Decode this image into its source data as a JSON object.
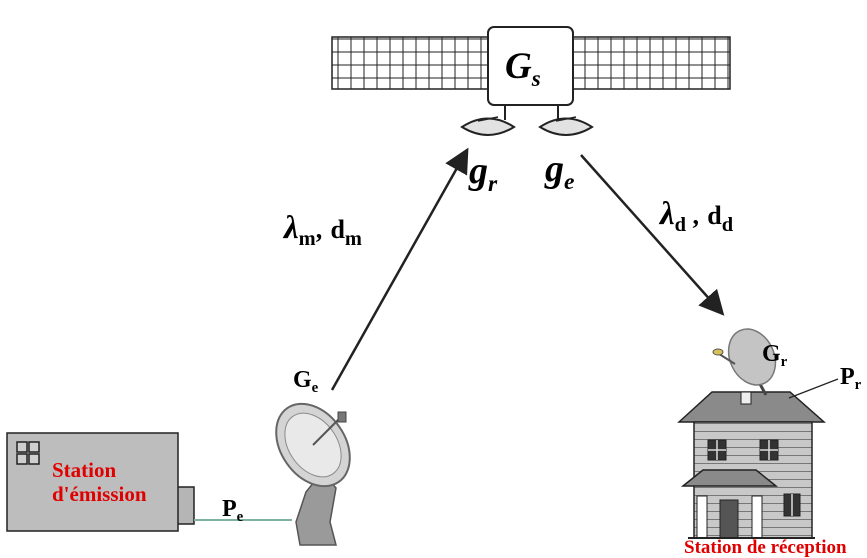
{
  "satellite": {
    "gain_label": "G",
    "gain_sub": "s",
    "rx_antenna_label": "g",
    "rx_antenna_sub": "r",
    "tx_antenna_label": "g",
    "tx_antenna_sub": "e"
  },
  "uplink": {
    "wavelength": "λ",
    "wavelength_sub": "m",
    "distance": "d",
    "distance_sub": "m",
    "separator": ","
  },
  "downlink": {
    "wavelength": "λ",
    "wavelength_sub": "d",
    "distance": "d",
    "distance_sub": "d",
    "separator": " ,"
  },
  "emission": {
    "station_line1": "Station",
    "station_line2": "d'émission",
    "antenna_gain": "G",
    "antenna_gain_sub": "e",
    "power": "P",
    "power_sub": "e"
  },
  "reception": {
    "station_label": "Station de réception",
    "antenna_gain": "G",
    "antenna_gain_sub": "r",
    "power": "P",
    "power_sub": "r"
  },
  "colors": {
    "station_text": "#e00000",
    "line": "#222222",
    "building_fill": "#bdbdbd",
    "cable": "#7fb3a0"
  }
}
